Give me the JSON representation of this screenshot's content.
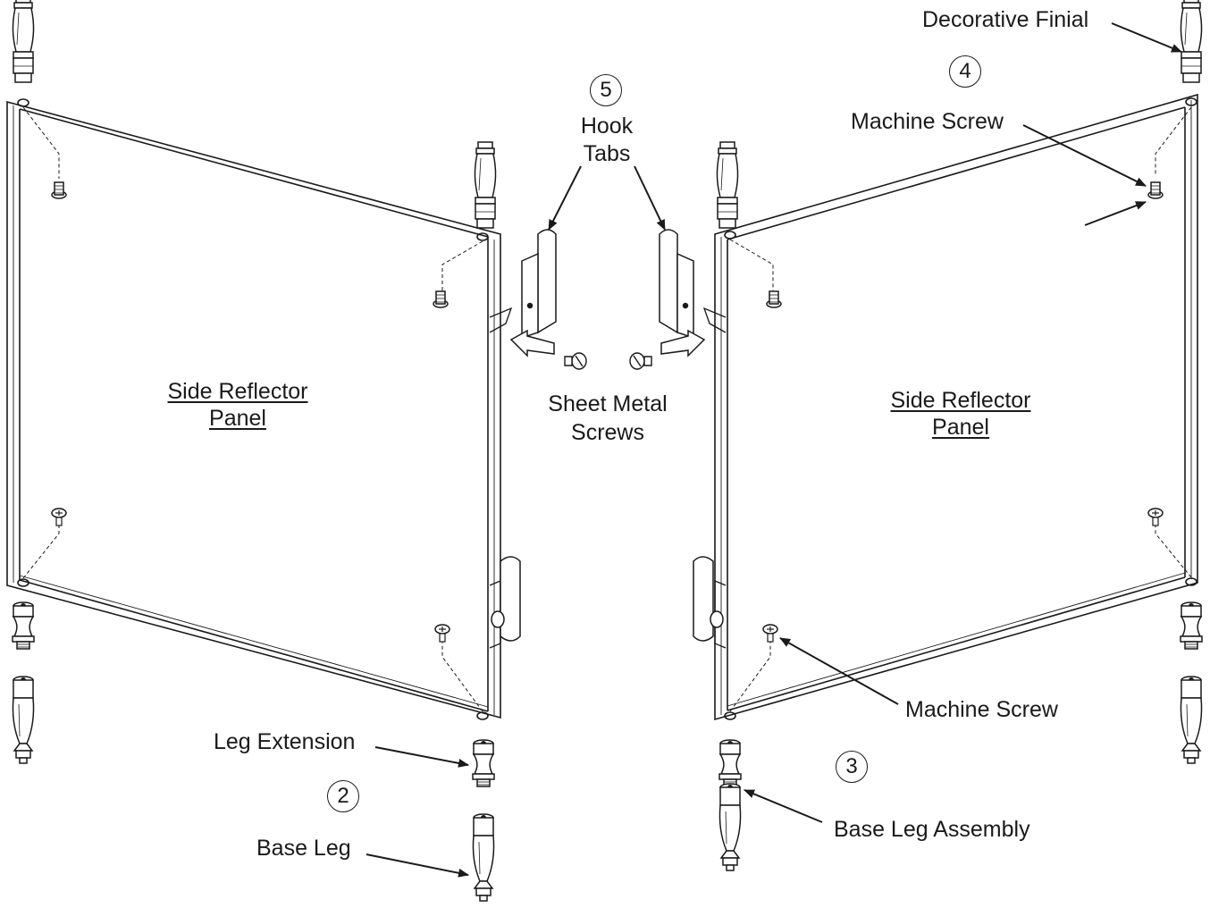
{
  "labels": {
    "decorative_finial": "Decorative Finial",
    "machine_screw_top": "Machine Screw",
    "hook_tabs_line1": "Hook",
    "hook_tabs_line2": "Tabs",
    "sheet_metal_line1": "Sheet Metal",
    "sheet_metal_line2": "Screws",
    "left_panel_line1": "Side Reflector",
    "left_panel_line2": "Panel",
    "right_panel_line1": "Side Reflector",
    "right_panel_line2": "Panel",
    "machine_screw_bottom": "Machine Screw",
    "leg_extension": "Leg Extension",
    "base_leg": "Base Leg",
    "base_leg_assembly": "Base Leg Assembly"
  },
  "step_numbers": {
    "step2": "2",
    "step3": "3",
    "step4": "4",
    "step5": "5"
  },
  "colors": {
    "ink": "#1a1a1a",
    "background": "#ffffff"
  }
}
